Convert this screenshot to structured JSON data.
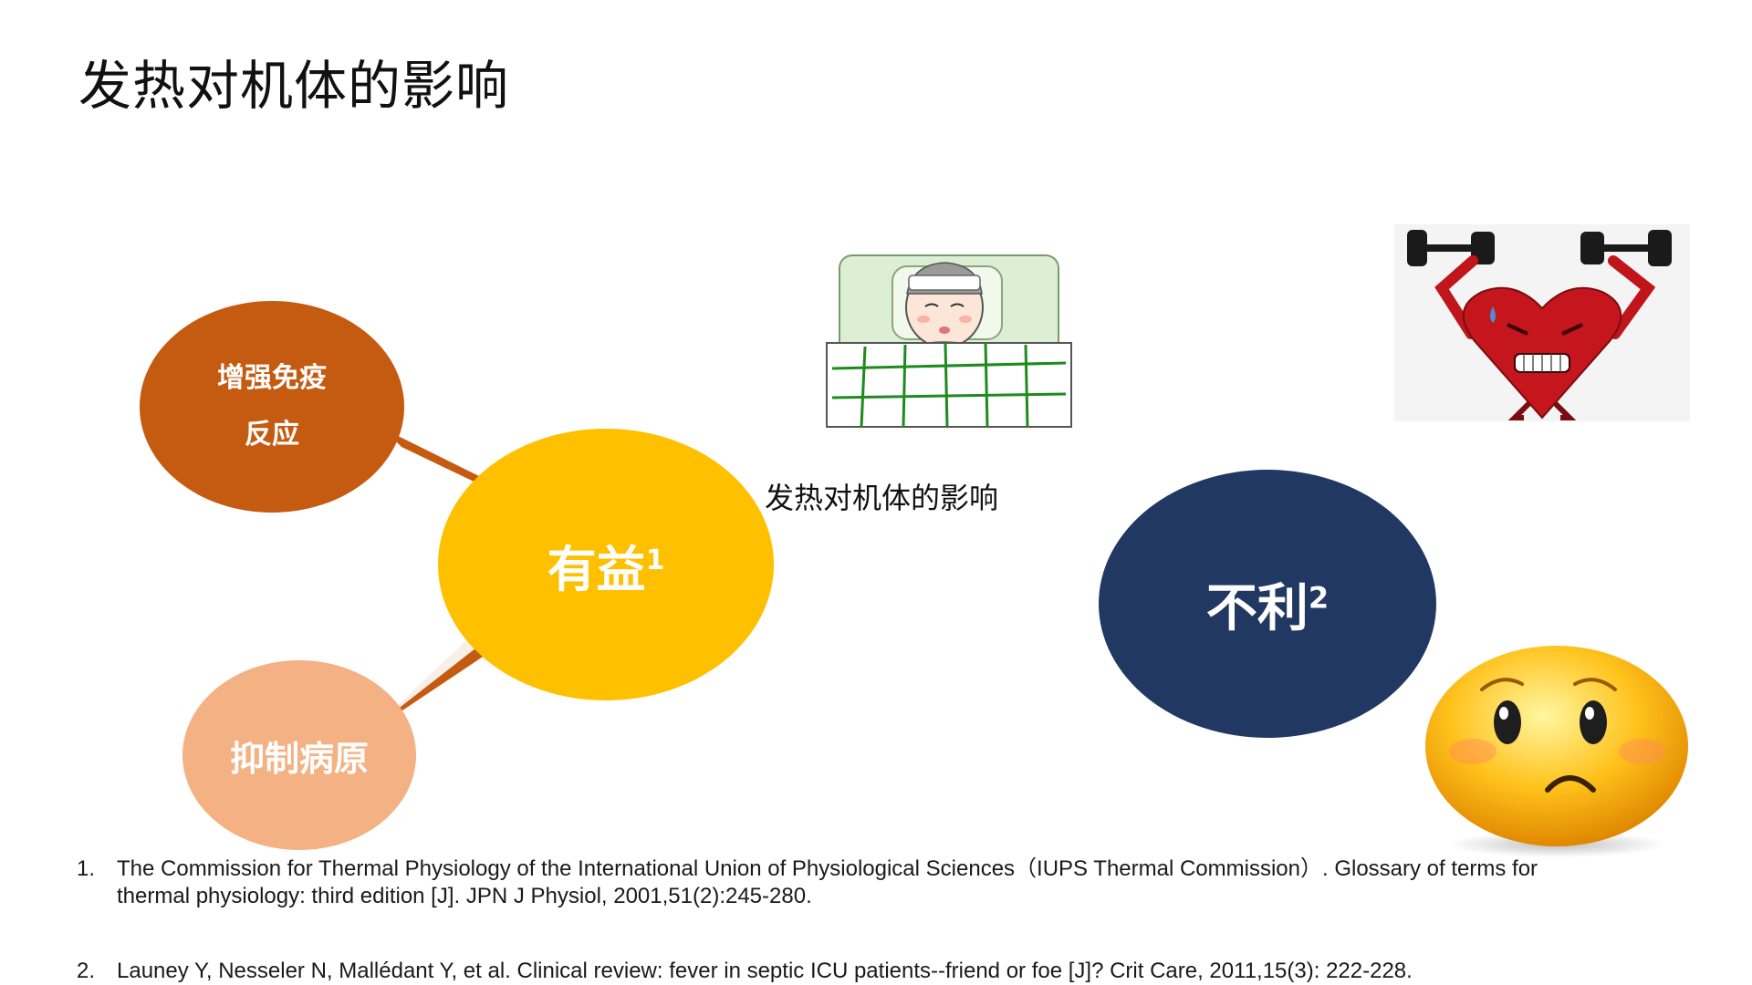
{
  "slide": {
    "title": "发热对机体的影响",
    "center_label": "发热对机体的影响"
  },
  "mind_map": {
    "beneficial": {
      "label": "有益",
      "sup": "1",
      "color": "#FFC000"
    },
    "harmful": {
      "label": "不利",
      "sup": "2",
      "color": "#213863"
    },
    "branches": [
      {
        "lines": [
          "增强免疫",
          "反应"
        ],
        "color": "#C55A11"
      },
      {
        "lines": [
          "抑制病原"
        ],
        "color": "#F4B183"
      }
    ]
  },
  "images": {
    "sick_person": "sick-person-in-bed-illustration",
    "heart": "heart-lifting-dumbbells-illustration",
    "emoji": "worried-face-emoji"
  },
  "references": [
    {
      "num": "1.",
      "text": "The Commission for Thermal Physiology of the International Union of Physiological Sciences（IUPS Thermal Commission）. Glossary of terms for thermal physiology: third edition [J]. JPN J Physiol, 2001,51(2):245-280."
    },
    {
      "num": "2.",
      "text": "Launey Y, Nesseler N, Mallédant Y, et al. Clinical review: fever in septic ICU patients--friend or foe [J]? Crit Care, 2011,15(3): 222-228."
    }
  ]
}
